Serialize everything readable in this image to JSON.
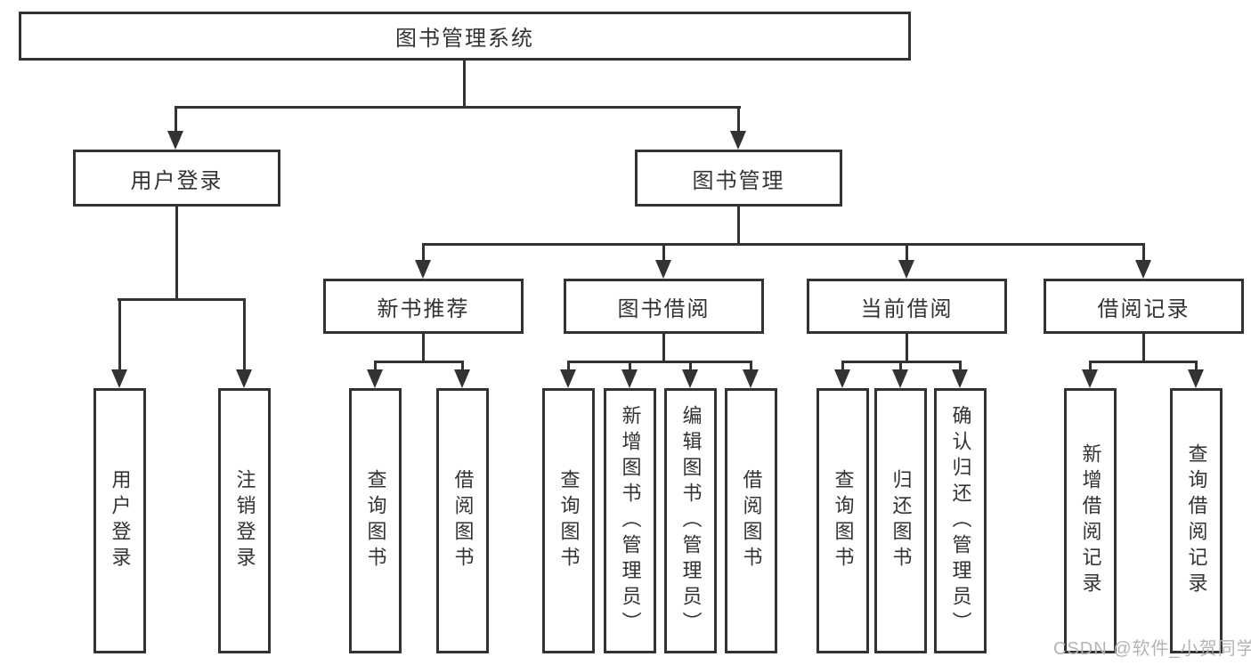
{
  "tree": {
    "label": "图书管理系统",
    "children": [
      {
        "label": "用户登录",
        "children": [
          {
            "label": "用户登录"
          },
          {
            "label": "注销登录"
          }
        ]
      },
      {
        "label": "图书管理",
        "children": [
          {
            "label": "新书推荐",
            "children": [
              {
                "label": "查询图书"
              },
              {
                "label": "借阅图书"
              }
            ]
          },
          {
            "label": "图书借阅",
            "children": [
              {
                "label": "查询图书"
              },
              {
                "label": "新增图书（管理员）"
              },
              {
                "label": "编辑图书（管理员）"
              },
              {
                "label": "借阅图书"
              }
            ]
          },
          {
            "label": "当前借阅",
            "children": [
              {
                "label": "查询图书"
              },
              {
                "label": "归还图书"
              },
              {
                "label": "确认归还（管理员）"
              }
            ]
          },
          {
            "label": "借阅记录",
            "children": [
              {
                "label": "新增借阅记录"
              },
              {
                "label": "查询借阅记录"
              }
            ]
          }
        ]
      }
    ]
  },
  "watermark": "CSDN @软件_小贺同学",
  "colors": {
    "line": "#333333",
    "text": "#333333",
    "box_fill": "#ffffff",
    "watermark": "#b4b4b4",
    "background": "#ffffff"
  }
}
